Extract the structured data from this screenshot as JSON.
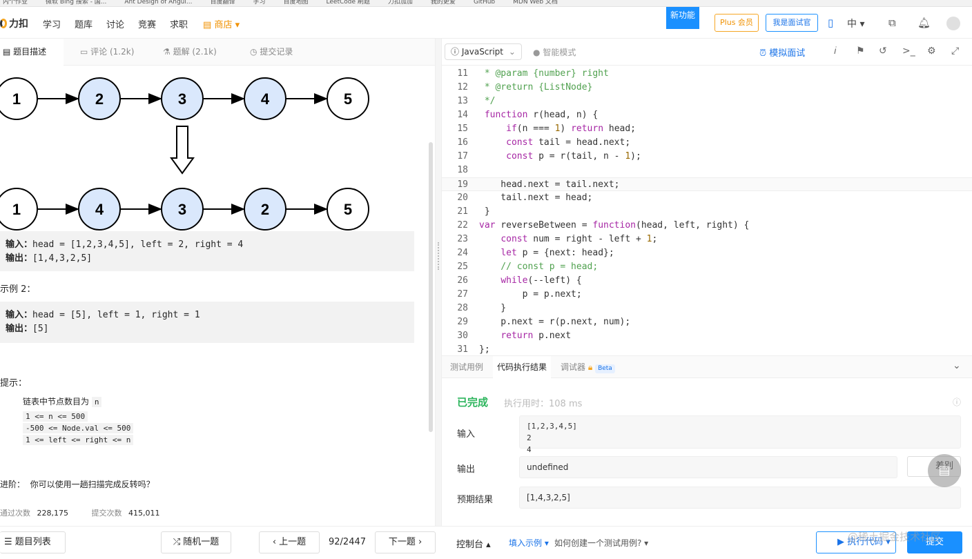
{
  "bookmarks": [
    "内个作业",
    "微软 Bing 搜索 - 国...",
    "Ant Design of Angul...",
    "百度翻译",
    "学习",
    "百度地图",
    "LeetCode 刷题",
    "力扣加加",
    "我的更爱",
    "GitHub",
    "MDN Web 文档"
  ],
  "nav": {
    "logo_text": "力扣",
    "links": [
      "学习",
      "题库",
      "讨论",
      "竞赛",
      "求职"
    ],
    "store": "商店 ▾",
    "new_feature": "新功能",
    "plus": "Plus 会员",
    "interviewer": "我是面试官",
    "lang": "中 ▾"
  },
  "left_tabs": [
    {
      "label": "题目描述",
      "icon": "document-icon"
    },
    {
      "label": "评论 (1.2k)",
      "icon": "comment-icon"
    },
    {
      "label": "题解 (2.1k)",
      "icon": "flask-icon"
    },
    {
      "label": "提交记录",
      "icon": "history-icon"
    }
  ],
  "diagram": {
    "before": [
      "1",
      "2",
      "3",
      "4",
      "5"
    ],
    "after": [
      "1",
      "4",
      "3",
      "2",
      "5"
    ],
    "highlighted_indexes": [
      1,
      2,
      3
    ],
    "node_fill": "#dae8fc",
    "edge_color": "#000000"
  },
  "example1": {
    "input_label": "输入：",
    "input_value": "head = [1,2,3,4,5], left = 2, right = 4",
    "output_label": "输出：",
    "output_value": "[1,4,3,2,5]"
  },
  "example2": {
    "title": "示例 2：",
    "input_label": "输入：",
    "input_value": "head = [5], left = 1, right = 1",
    "output_label": "输出：",
    "output_value": "[5]"
  },
  "hints": {
    "title": "提示：",
    "first_prefix": "链表中节点数目为 ",
    "first_var": "n",
    "constraints": [
      "1 <= n <= 500",
      "-500 <= Node.val <= 500",
      "1 <= left <= right <= n"
    ]
  },
  "advanced": {
    "label": "进阶：",
    "text": "你可以使用一趟扫描完成反转吗？"
  },
  "stats": {
    "accepted_label": "通过次数",
    "accepted_value": "228,175",
    "submitted_label": "提交次数",
    "submitted_value": "415,011"
  },
  "editor": {
    "language": "JavaScript",
    "smart_mode": "智能模式",
    "mock_interview": "模拟面试",
    "current_line": 19,
    "lines": [
      {
        "n": "11",
        "t": " * @param {number} right"
      },
      {
        "n": "12",
        "t": " * @return {ListNode}"
      },
      {
        "n": "13",
        "t": " */"
      },
      {
        "n": "14",
        "t": " function r(head, n) {"
      },
      {
        "n": "15",
        "t": "     if(n === 1) return head;"
      },
      {
        "n": "16",
        "t": "     const tail = head.next;"
      },
      {
        "n": "17",
        "t": "     const p = r(tail, n - 1);"
      },
      {
        "n": "18",
        "t": ""
      },
      {
        "n": "19",
        "t": "    head.next = tail.next;"
      },
      {
        "n": "20",
        "t": "    tail.next = head;"
      },
      {
        "n": "21",
        "t": " }"
      },
      {
        "n": "22",
        "t": "var reverseBetween = function(head, left, right) {"
      },
      {
        "n": "23",
        "t": "    const num = right - left + 1;"
      },
      {
        "n": "24",
        "t": "    let p = {next: head};"
      },
      {
        "n": "25",
        "t": "    // const p = head;"
      },
      {
        "n": "26",
        "t": "    while(--left) {"
      },
      {
        "n": "27",
        "t": "        p = p.next;"
      },
      {
        "n": "28",
        "t": "    }"
      },
      {
        "n": "29",
        "t": "    p.next = r(p.next, num);"
      },
      {
        "n": "30",
        "t": "    return p.next"
      },
      {
        "n": "31",
        "t": "};"
      }
    ]
  },
  "console": {
    "tabs": [
      "测试用例",
      "代码执行结果",
      "调试器"
    ],
    "beta": "Beta",
    "status": "已完成",
    "elapsed": "执行用时：108 ms",
    "input_label": "输入",
    "input_value": "[1,2,3,4,5]\n2\n4",
    "output_label": "输出",
    "output_value": "undefined",
    "diff": "差别",
    "expected_label": "预期结果",
    "expected_value": "[1,4,3,2,5]"
  },
  "bottom": {
    "problem_list": "题目列表",
    "random": "随机一题",
    "prev": "上一题",
    "page": "92/2447",
    "next": "下一题",
    "console_toggle": "控制台 ▴",
    "fill_example": "填入示例 ▾",
    "howto": "如何创建一个测试用例? ▾",
    "run": "执行代码 ▾",
    "submit": "提交",
    "watermark": "@稀土掘金技术社区"
  },
  "colors": {
    "accent": "#1a90ff",
    "success": "#2db55d",
    "store": "#f09100"
  }
}
